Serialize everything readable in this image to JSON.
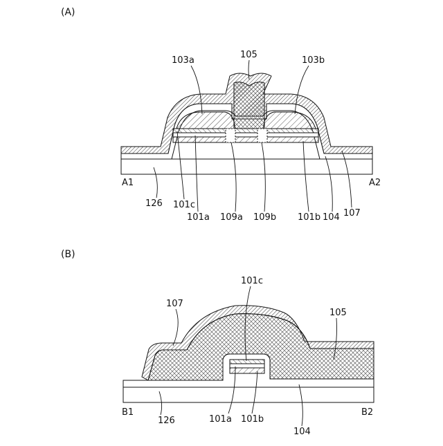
{
  "figure_a": {
    "label": "(A)",
    "labels": {
      "l105": "105",
      "l103a": "103a",
      "l103b": "103b",
      "lA1": "A1",
      "lA2": "A2",
      "l126": "126",
      "l101c": "101c",
      "l101a": "101a",
      "l109a": "109a",
      "l109b": "109b",
      "l101b": "101b",
      "l104": "104",
      "l107": "107"
    }
  },
  "figure_b": {
    "label": "(B)",
    "labels": {
      "l101c": "101c",
      "l107": "107",
      "l105": "105",
      "lB1": "B1",
      "lB2": "B2",
      "l126": "126",
      "l101a": "101a",
      "l101b": "101b",
      "l104": "104"
    }
  }
}
